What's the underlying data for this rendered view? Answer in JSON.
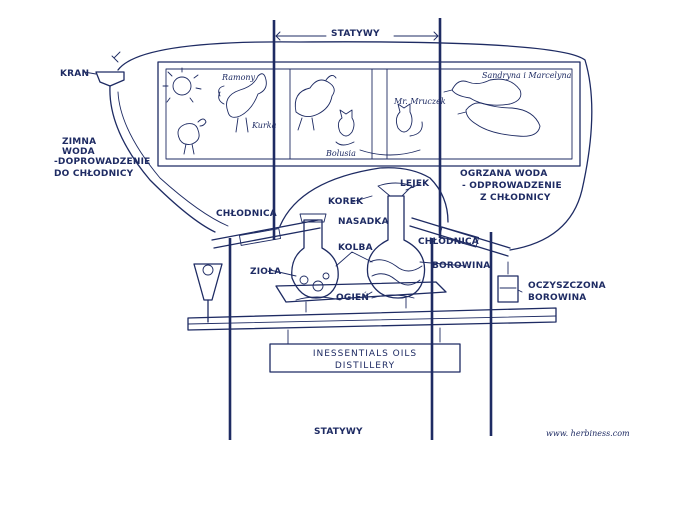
{
  "labels": {
    "statywy_top": "STATYWY",
    "statywy_bottom": "STATYWY",
    "kran": "KRAN",
    "zimna_woda": [
      "ZIMNA",
      "WODA",
      "-DOPROWADZENIE",
      "DO CHŁODNICY"
    ],
    "ogrzana_woda": [
      "OGRZANA WODA",
      "- ODPROWADZENIE",
      "Z CHŁODNICY"
    ],
    "chlodnica_left": "CHŁODNICA",
    "chlodnica_right": "CHŁODNICA",
    "korek": "KOREK",
    "lejek": "LEJEK",
    "nasadka": "NASADKA",
    "kolba": "KOLBA",
    "zioła": "ZIOŁA",
    "ogien": "OGIEŃ",
    "borowina": "BOROWINA",
    "oczyszczona_borowina": [
      "OCZYSZCZONA",
      "BOROWINA"
    ]
  },
  "picture_captions": {
    "ramony": "Ramony",
    "kurka": "Kurka",
    "bolusia": "Bolusia",
    "mruczek": "Mr. Mruczek",
    "sandryna": "Sandryna i Marcelyna"
  },
  "sign": {
    "line1": "INESSENTIALS OILS",
    "line2": "DISTILLERY"
  },
  "website": "www. herbiness.com",
  "colors": {
    "ink": "#1e2b63",
    "paper": "#ffffff"
  }
}
